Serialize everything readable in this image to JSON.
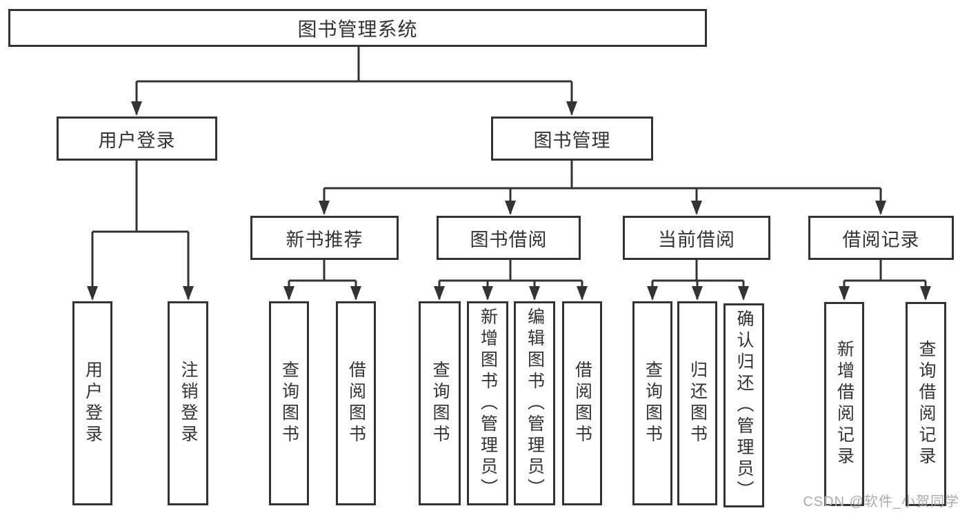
{
  "diagram_title": "图书管理系统",
  "colors": {
    "line": "#333333",
    "text": "#333333",
    "background": "#ffffff",
    "watermark": "#ababab"
  },
  "tree": {
    "root": {
      "label": "图书管理系统"
    },
    "branches": [
      {
        "label": "用户登录",
        "children": [
          {
            "label": "用户登录"
          },
          {
            "label": "注销登录"
          }
        ]
      },
      {
        "label": "图书管理",
        "children": [
          {
            "label": "新书推荐",
            "children": [
              {
                "label": "查询图书"
              },
              {
                "label": "借阅图书"
              }
            ]
          },
          {
            "label": "图书借阅",
            "children": [
              {
                "label": "查询图书"
              },
              {
                "label": "新增图书（管理员）"
              },
              {
                "label": "编辑图书（管理员）"
              },
              {
                "label": "借阅图书"
              }
            ]
          },
          {
            "label": "当前借阅",
            "children": [
              {
                "label": "查询图书"
              },
              {
                "label": "归还图书"
              },
              {
                "label": "确认归还（管理员）"
              }
            ]
          },
          {
            "label": "借阅记录",
            "children": [
              {
                "label": "新增借阅记录"
              },
              {
                "label": "查询借阅记录"
              }
            ]
          }
        ]
      }
    ]
  },
  "watermark": "CSDN @软件_小贺同学"
}
